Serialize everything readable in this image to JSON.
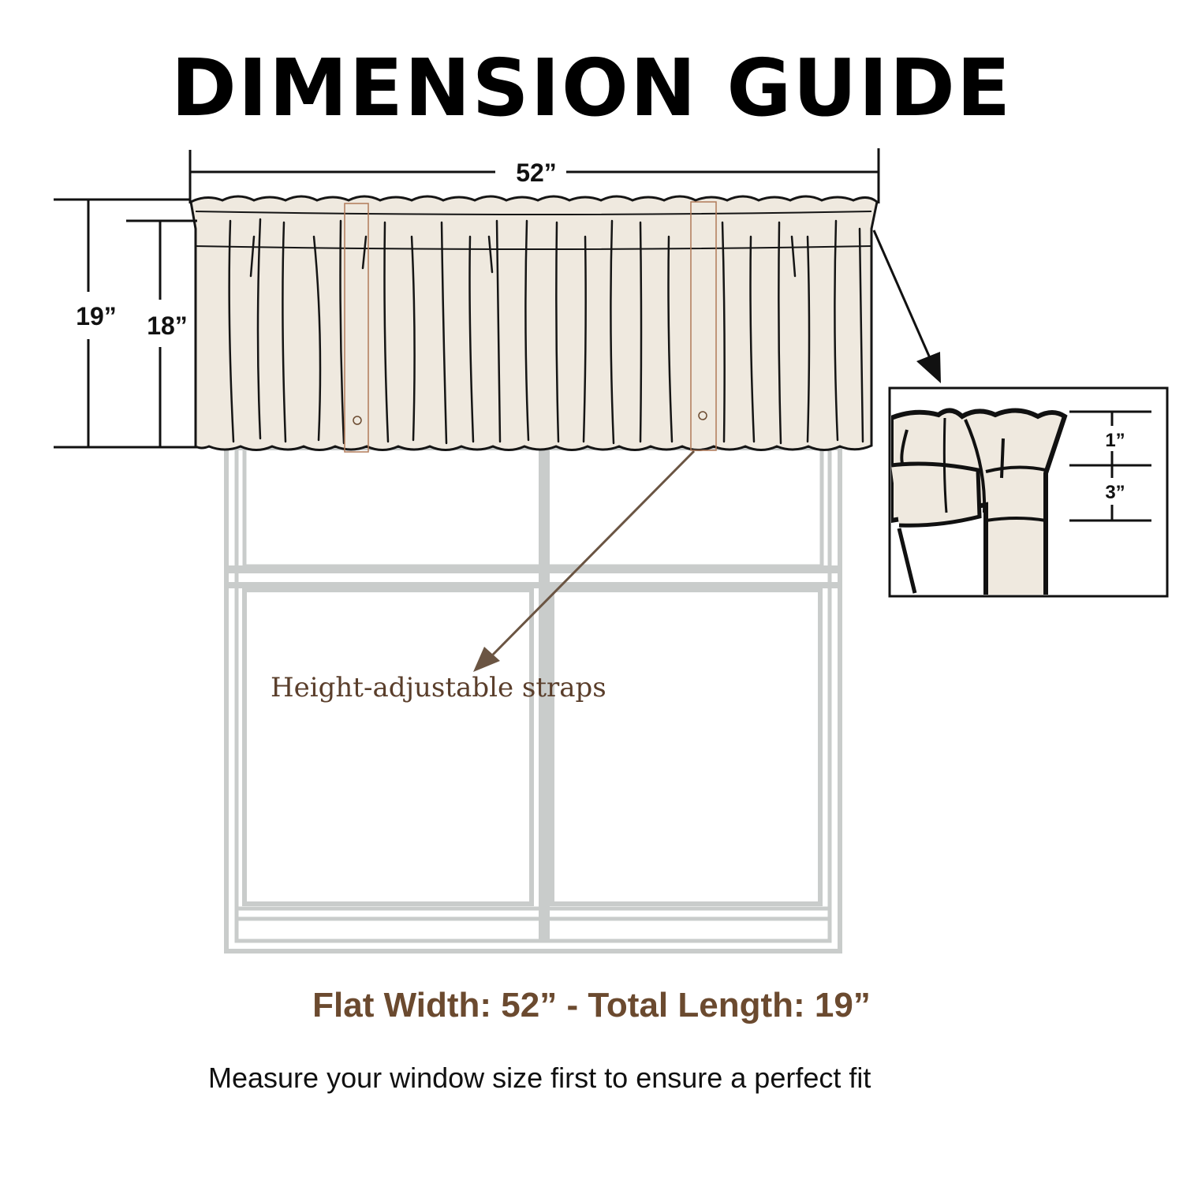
{
  "title": "DIMENSION GUIDE",
  "dimensions": {
    "width": "52”",
    "total_length": "19”",
    "body_length": "18”",
    "header": "1”",
    "rod_pocket": "3”"
  },
  "callout": "Height-adjustable straps",
  "summary": "Flat Width: 52” - Total Length: 19”",
  "note": "Measure your window size first to ensure a perfect fit",
  "colors": {
    "fabric": "#efe9df",
    "window_frame": "#c9cccb",
    "accent_brown": "#6b4a2f",
    "strap": "#b07a58"
  }
}
